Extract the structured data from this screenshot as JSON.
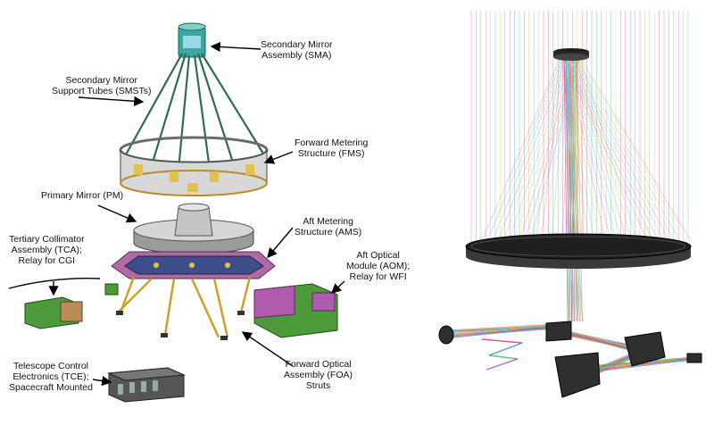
{
  "labels": {
    "sma": [
      "Secondary Mirror",
      "Assembly (SMA)"
    ],
    "smst": [
      "Secondary Mirror",
      "Support Tubes (SMSTs)"
    ],
    "fms": [
      "Forward Metering",
      "Structure (FMS)"
    ],
    "pm": [
      "Primary Mirror (PM)"
    ],
    "ams": [
      "Aft Metering",
      "Structure (AMS)"
    ],
    "tca": [
      "Tertiary Collimator",
      "Assembly (TCA);",
      "Relay for CGI"
    ],
    "aom": [
      "Aft Optical",
      "Module (AOM);",
      "Relay for WFI"
    ],
    "tce": [
      "Telescope Control",
      "Electronics (TCE);",
      "Spacecraft Mounted"
    ],
    "foa": [
      "Forward Optical",
      "Assembly (FOA)",
      "Struts"
    ]
  },
  "colors": {
    "struts": "#2f6b55",
    "fms_ring": "#6b6b6b",
    "primary_mirror": "#cfcfcf",
    "ams_plate": "#b06aa8",
    "foa_struts": "#c9a227",
    "tca_module": "#4d9a3a",
    "aom_module": "#b05ab0",
    "tce_box": "#555555",
    "raytrace_mirror": "#2b2b2b"
  }
}
